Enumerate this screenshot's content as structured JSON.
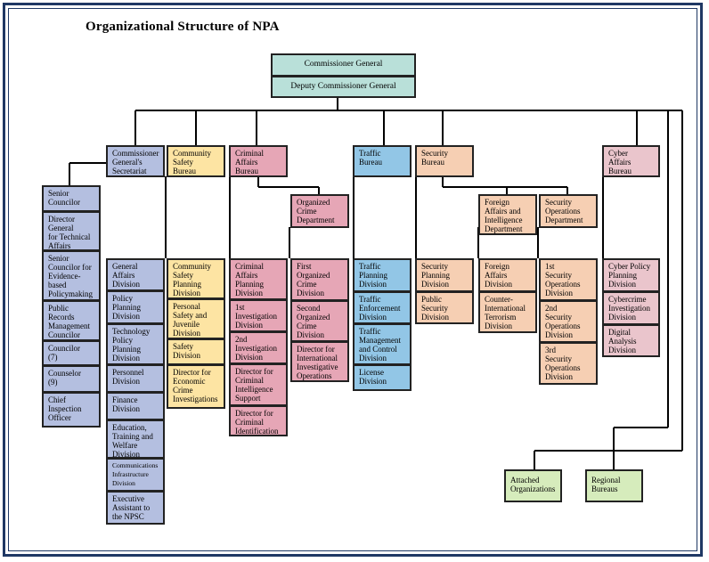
{
  "title": "Organizational Structure of NPA",
  "top": {
    "commissioner": "Commissioner General",
    "deputy": "Deputy Commissioner General"
  },
  "secretariat": {
    "head": "Commissioner\nGeneral's\nSecretariat",
    "left": [
      "Senior\nCouncilor",
      "Director\nGeneral\nfor Technical\nAffairs",
      "Senior\nCouncilor for\nEvidence-\nbased\nPolicymaking",
      "Public\nRecords\nManagement\nCouncilor",
      "Councilor\n(7)",
      "Counselor\n(9)",
      "Chief\nInspection\nOfficer"
    ],
    "right": [
      "General\nAffairs\nDivision",
      "Policy\nPlanning\nDivision",
      "Technology\nPolicy\nPlanning\nDivision",
      "Personnel\nDivision",
      "Finance\nDivision",
      "Education,\nTraining and\nWelfare\nDivision",
      "Communications\nInfrastructure\nDivision",
      "Executive\nAssistant to\nthe NPSC"
    ]
  },
  "community": {
    "head": "Community\nSafety\nBureau",
    "items": [
      "Community\nSafety\nPlanning\nDivision",
      "Personal\nSafety and\nJuvenile\nDivision",
      "Safety\nDivision",
      "Director for\nEconomic\nCrime\nInvestigations"
    ]
  },
  "criminal": {
    "head": "Criminal\nAffairs\nBureau",
    "items": [
      "Criminal\nAffairs\nPlanning\nDivision",
      "1st\nInvestigation\nDivision",
      "2nd\nInvestigation\nDivision",
      "Director for\nCriminal\nIntelligence\nSupport",
      "Director for\nCriminal\nIdentification"
    ],
    "organized": {
      "head": "Organized\nCrime\nDepartment",
      "items": [
        "First\nOrganized\nCrime\nDivision",
        "Second\nOrganized\nCrime\nDivision",
        "Director for\nInternational\nInvestigative\nOperations"
      ]
    }
  },
  "traffic": {
    "head": "Traffic\nBureau",
    "items": [
      "Traffic\nPlanning\nDivision",
      "Traffic\nEnforcement\nDivision",
      "Traffic\nManagement\nand Control\nDivision",
      "License\nDivision"
    ]
  },
  "security": {
    "head": "Security\nBureau",
    "items": [
      "Security\nPlanning\nDivision",
      "Public\nSecurity\nDivision"
    ],
    "foreign": {
      "head": "Foreign\nAffairs and\nIntelligence\nDepartment",
      "items": [
        "Foreign\nAffairs\nDivision",
        "Counter-\nInternational\nTerrorism\nDivision"
      ]
    },
    "operations": {
      "head": "Security\nOperations\nDepartment",
      "items": [
        "1st\nSecurity\nOperations\nDivision",
        "2nd\nSecurity\nOperations\nDivision",
        "3rd\nSecurity\nOperations\nDivision"
      ]
    }
  },
  "cyber": {
    "head": "Cyber\nAffairs\nBureau",
    "items": [
      "Cyber Policy\nPlanning\nDivision",
      "Cybercrime\nInvestigation\nDivision",
      "Digital\nAnalysis\nDivision"
    ]
  },
  "attached": "Attached\nOrganizations",
  "regional": "Regional\nBureaus"
}
